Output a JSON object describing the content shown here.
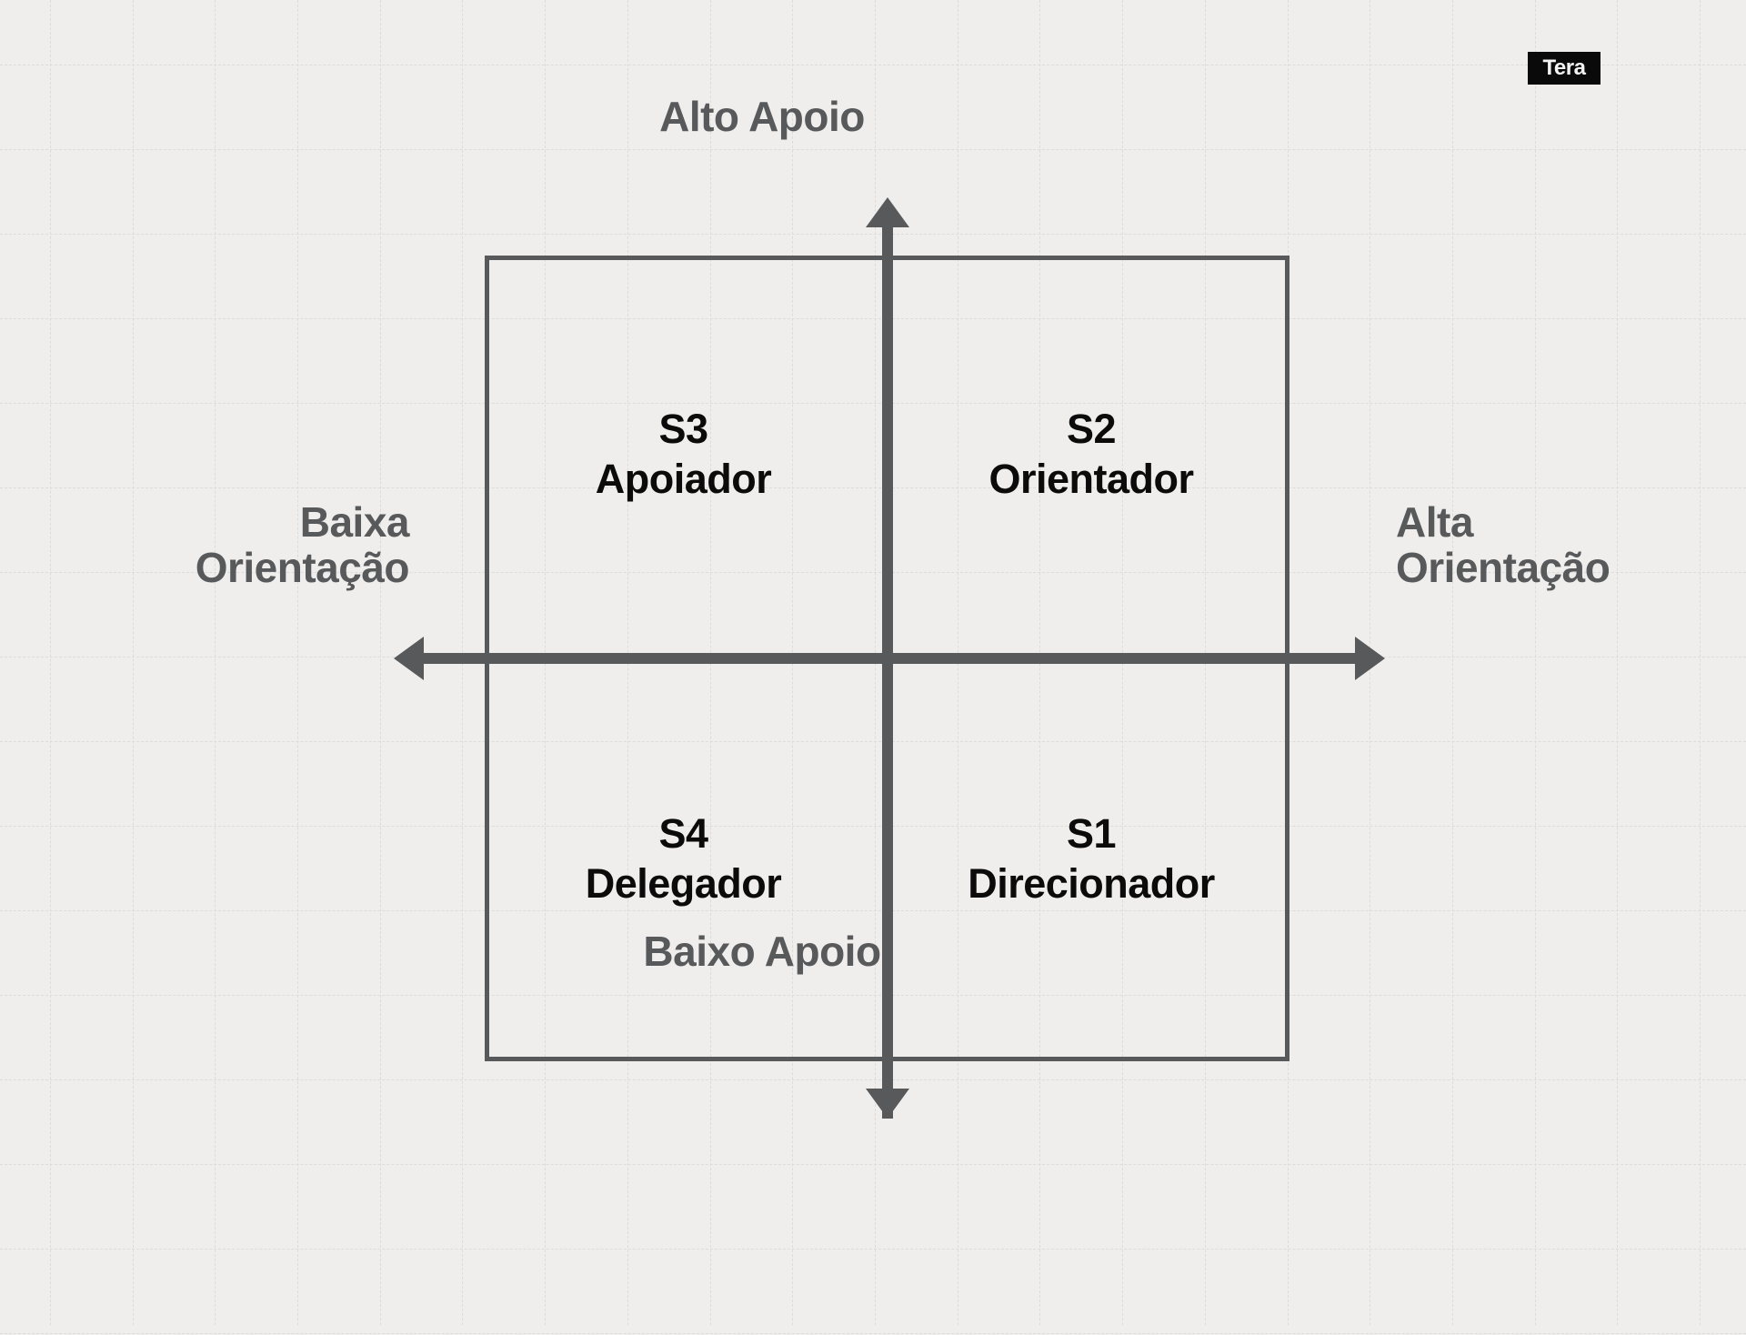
{
  "brand": {
    "logo_text": "Tera",
    "logo_bg": "#0a0a0a",
    "logo_fg": "#f3f3f3"
  },
  "colors": {
    "background": "#efeeed",
    "grid_line": "#dcdcda",
    "axis": "#58595b",
    "axis_label_text": "#58595b",
    "quadrant_label_text": "#0b0b0b",
    "box_border": "#58595b"
  },
  "chart_data": {
    "type": "matrix",
    "title": "",
    "xlabel": "Orientação",
    "ylabel": "Apoio",
    "axes": {
      "vertical": {
        "top_label": "Alto Apoio",
        "bottom_label": "Baixo Apoio",
        "arrow_top": true,
        "arrow_bottom": true
      },
      "horizontal": {
        "left_label_line1": "Baixa",
        "left_label_line2": "Orientação",
        "right_label_line1": "Alta",
        "right_label_line2": "Orientação",
        "arrow_left": true,
        "arrow_right": true
      }
    },
    "quadrants": [
      {
        "position": "top-left",
        "code": "S3",
        "name": "Apoiador",
        "support": "alto",
        "direction": "baixa"
      },
      {
        "position": "top-right",
        "code": "S2",
        "name": "Orientador",
        "support": "alto",
        "direction": "alta"
      },
      {
        "position": "bottom-left",
        "code": "S4",
        "name": "Delegador",
        "support": "baixo",
        "direction": "baixa"
      },
      {
        "position": "bottom-right",
        "code": "S1",
        "name": "Direcionador",
        "support": "baixo",
        "direction": "alta"
      }
    ],
    "grid": true,
    "legend": "none"
  }
}
